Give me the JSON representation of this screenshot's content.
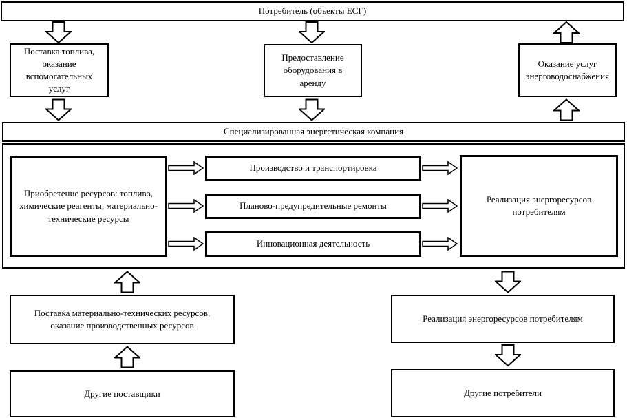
{
  "diagram": {
    "consumer": "Потребитель (объекты ЕСГ)",
    "top_row": {
      "fuel_supply": "Поставка топлива, оказание вспомогательных услуг",
      "equipment_lease": "Предоставление оборудования в аренду",
      "energy_water_services": "Оказание услуг энерговодоснабжения"
    },
    "company": {
      "title": "Специализированная энергетическая компания",
      "acquisition": "Приобретение ресурсов: топливо, химические реагенты, материально-технические ресурсы",
      "processes": [
        "Производство и транспортировка",
        "Планово-предупредительные ремонты",
        "Инновационная деятельность"
      ],
      "sales": "Реализация энергоресурсов потребителям"
    },
    "bottom_row": {
      "materials_supply": "Поставка материально-технических ресурсов, оказание производственных ресурсов",
      "other_suppliers": "Другие поставщики",
      "sales_to_consumers": "Реализация энергоресурсов потребителям",
      "other_consumers": "Другие потребители"
    },
    "icons": {
      "down_arrow": "hollow-block-arrow-down",
      "up_arrow": "hollow-block-arrow-up",
      "right_arrow": "hollow-block-arrow-right"
    },
    "colors": {
      "border": "#000000",
      "background": "#ffffff",
      "text": "#000000"
    }
  }
}
